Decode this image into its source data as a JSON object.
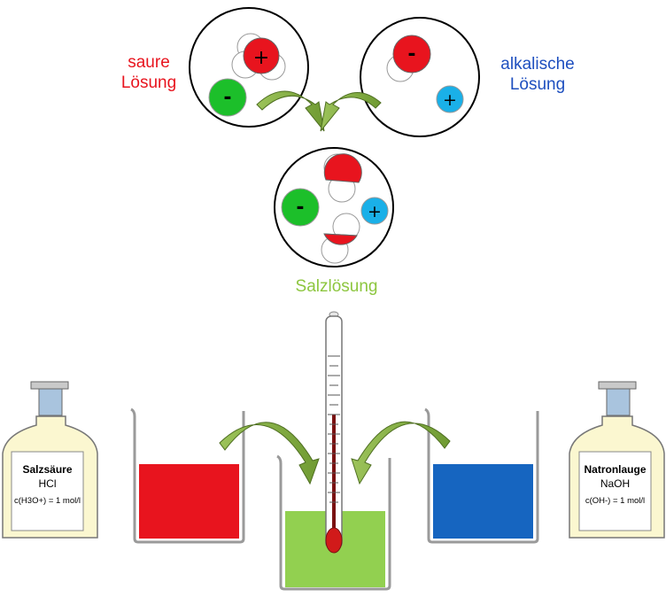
{
  "labels": {
    "acid_solution": [
      "saure",
      "Lösung"
    ],
    "alkaline_solution": [
      "alkalische",
      "Lösung"
    ],
    "salt_solution": "Salzlösung"
  },
  "bottles": {
    "left": {
      "name": "Salzsäure",
      "formula": "HCl",
      "concentration": "c(H3O+) = 1 mol/l"
    },
    "right": {
      "name": "Natronlauge",
      "formula": "NaOH",
      "concentration": "c(OH-) = 1 mol/l"
    }
  },
  "colors": {
    "acid": "#e8141e",
    "base": "#1e4fbf",
    "base_liquid": "#1665c0",
    "salt": "#8dc63f",
    "salt_liquid": "#92d050",
    "anion": "#1cbf2a",
    "cation": "#1ab0e8",
    "arrow": "#7aa23c",
    "bottle_fill": "#fbf7d0",
    "stopper": "#a9c4de"
  },
  "ions": {
    "anion_symbol": "-",
    "cation_symbol": "+"
  }
}
